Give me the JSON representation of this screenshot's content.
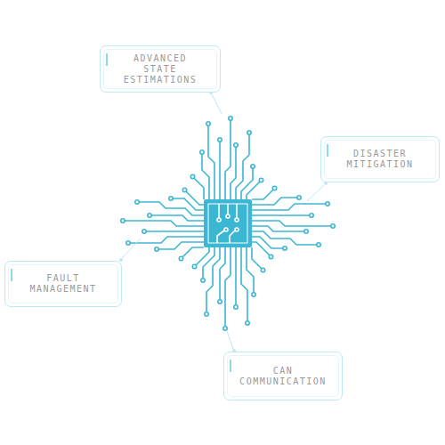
{
  "diagram": {
    "nodes": [
      {
        "text": [
          "ADVANCED STATE ESTIMATIONS"
        ]
      },
      {
        "text": [
          "DISASTER MITIGATION"
        ]
      },
      {
        "text": [
          "FAULT MANAGEMENT"
        ]
      },
      {
        "text": [
          "CAN COMMUNICATION"
        ]
      }
    ]
  }
}
